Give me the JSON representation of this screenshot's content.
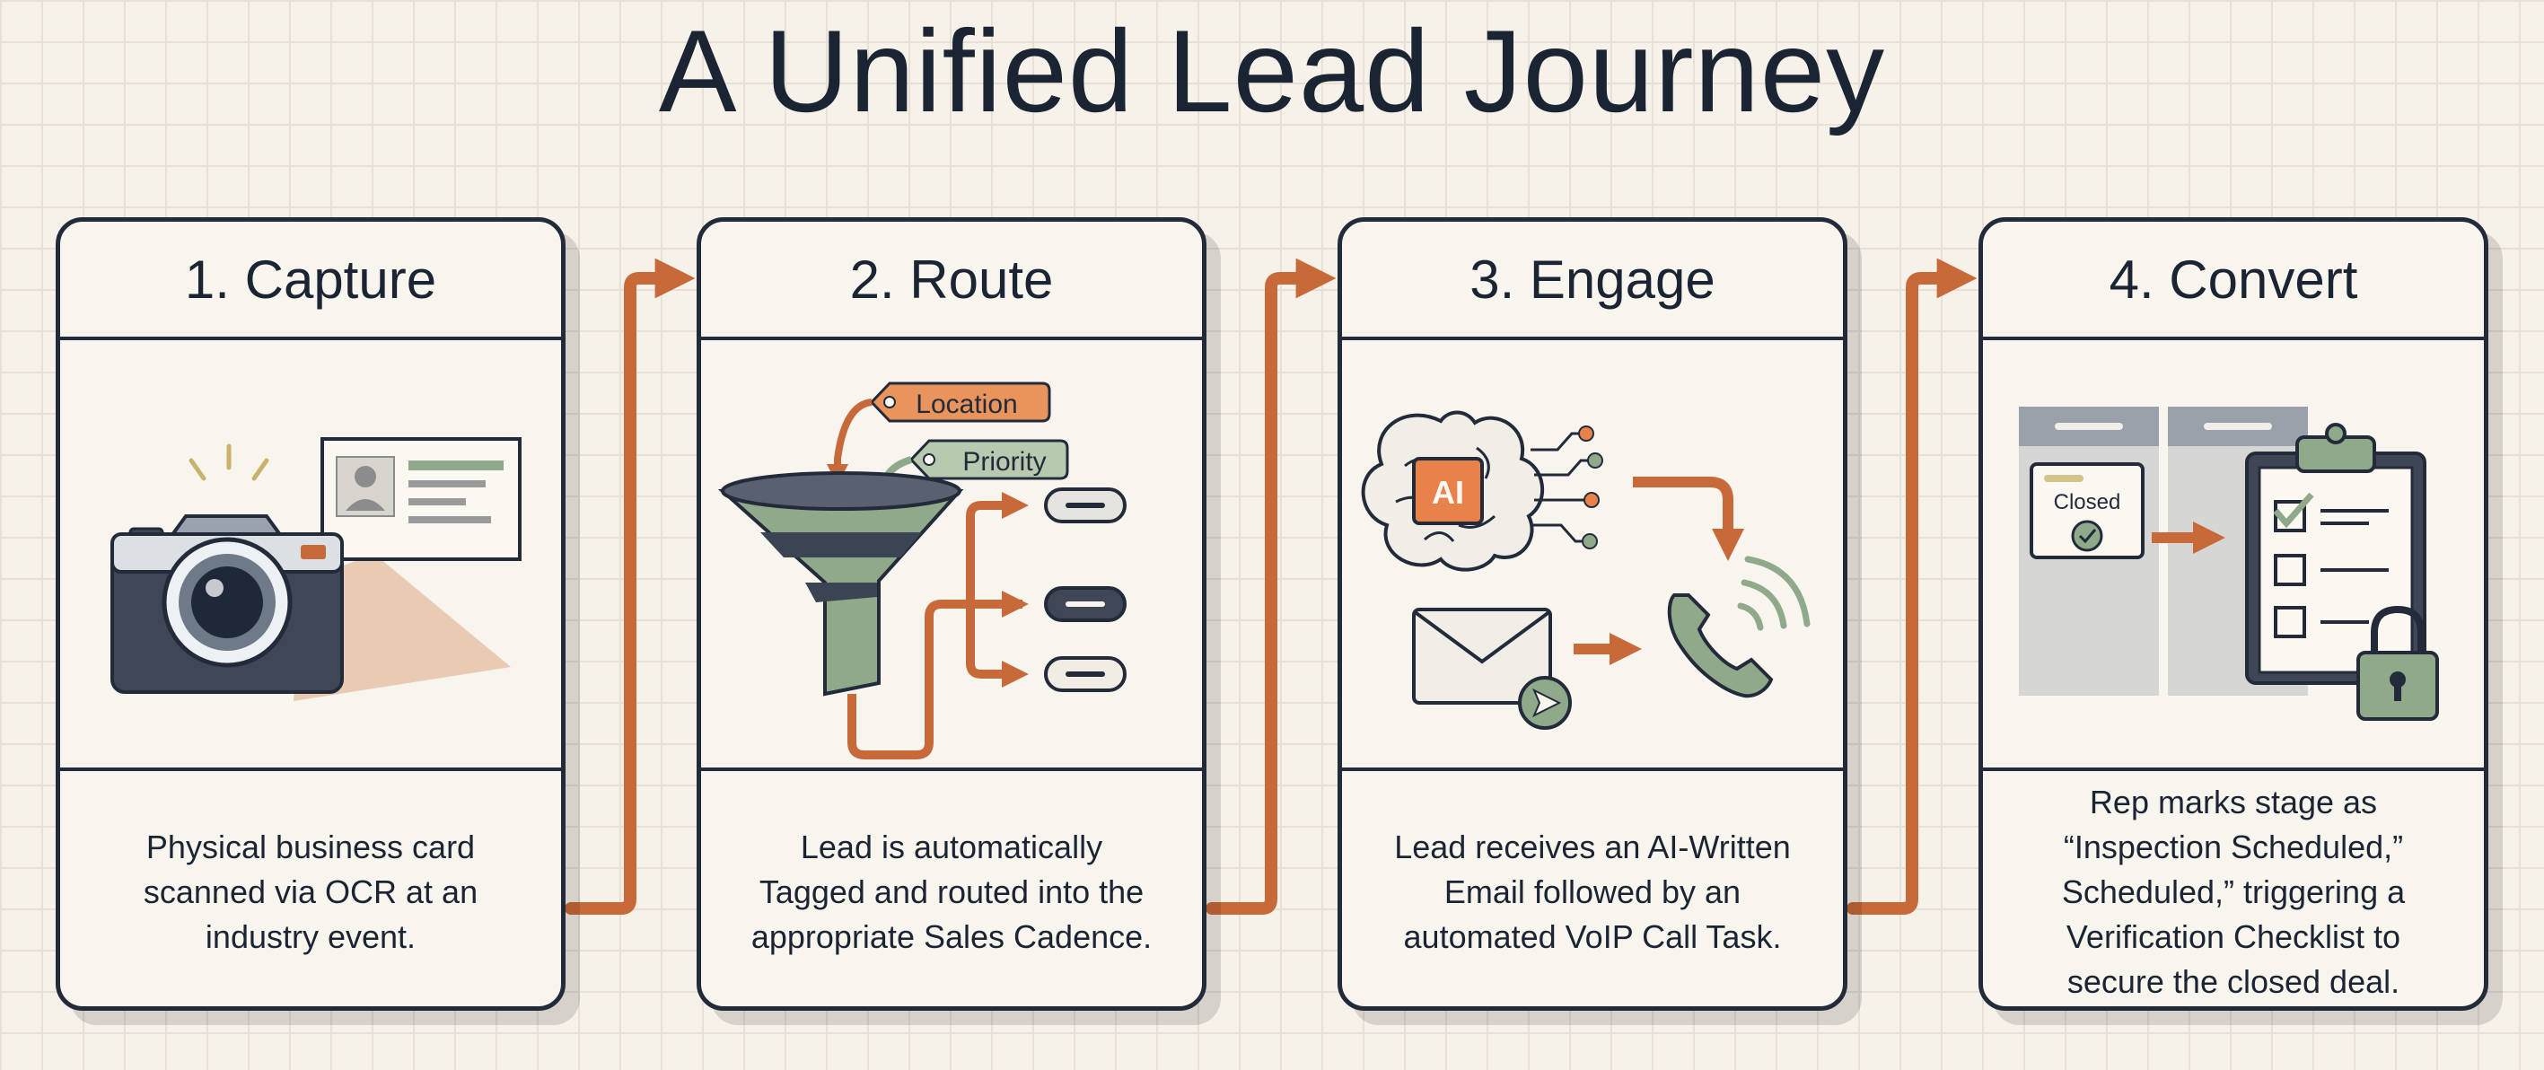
{
  "title": "A Unified Lead Journey",
  "colors": {
    "background": "#f6f2ea",
    "ink": "#232b3a",
    "accent_orange": "#c8693a",
    "sage_green": "#8fa98a",
    "slate": "#3a4453"
  },
  "steps": [
    {
      "title": "1. Capture",
      "icons": [
        "camera-icon",
        "business-card-icon"
      ],
      "description": [
        "Physical business card",
        "scanned via OCR at an",
        "industry event."
      ]
    },
    {
      "title": "2. Route",
      "icons": [
        "funnel-icon",
        "location-tag-icon",
        "priority-tag-icon",
        "lane-pill-icon"
      ],
      "tags": [
        "Location",
        "Priority"
      ],
      "description": [
        "Lead is automatically",
        "Tagged and routed into the",
        "appropriate Sales Cadence."
      ]
    },
    {
      "title": "3. Engage",
      "icons": [
        "ai-brain-icon",
        "email-envelope-icon",
        "send-icon",
        "phone-call-icon"
      ],
      "ai_label": "AI",
      "description": [
        "Lead receives an AI-Written",
        "Email followed by an",
        "automated VoIP Call Task."
      ]
    },
    {
      "title": "4. Convert",
      "icons": [
        "kanban-board-icon",
        "closed-stage-card-icon",
        "checklist-clipboard-icon",
        "lock-icon"
      ],
      "stage_label": "Closed",
      "description": [
        "Rep marks stage as",
        "“Inspection Scheduled,”",
        "Scheduled,” triggering a",
        "Verification Checklist to",
        "secure the closed deal."
      ]
    }
  ]
}
